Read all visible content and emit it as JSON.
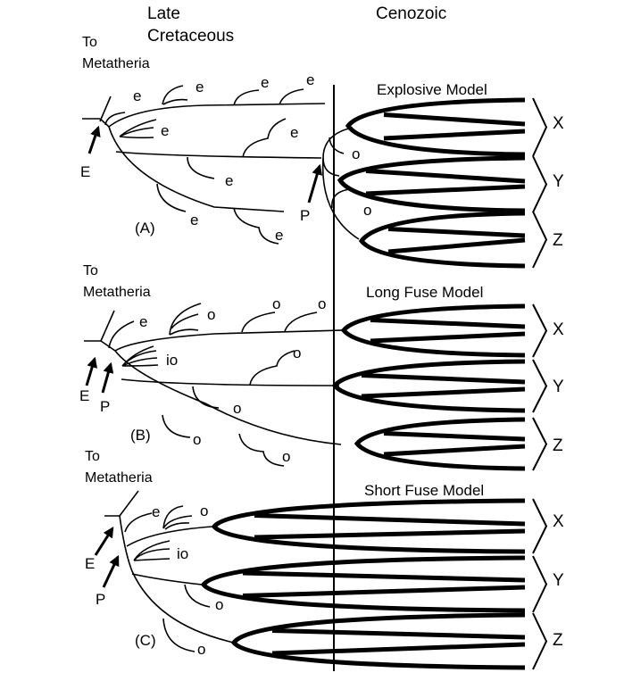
{
  "headers": {
    "left": [
      "Late",
      "Cretaceous"
    ],
    "right": "Cenozoic"
  },
  "panels": [
    {
      "id": "A",
      "panel_label": "(A)",
      "model_title": "Explosive Model",
      "to_metatheria": [
        "To",
        "Metatheria"
      ],
      "arrows": [
        "E",
        "P"
      ],
      "cretaceous_side_branches": [
        "e",
        "e",
        "e",
        "e",
        "e",
        "e",
        "e",
        "e",
        "e"
      ],
      "cenozoic_side_branches": [
        "o",
        "o"
      ],
      "clades": [
        "X",
        "Y",
        "Z"
      ]
    },
    {
      "id": "B",
      "panel_label": "(B)",
      "model_title": "Long Fuse Model",
      "to_metatheria": [
        "To",
        "Metatheria"
      ],
      "arrows": [
        "E",
        "P"
      ],
      "cretaceous_side_branches": [
        "e",
        "o",
        "o",
        "o",
        "io",
        "o",
        "o",
        "o",
        "o"
      ],
      "clades": [
        "X",
        "Y",
        "Z"
      ]
    },
    {
      "id": "C",
      "panel_label": "(C)",
      "model_title": "Short Fuse Model",
      "to_metatheria": [
        "To",
        "Metatheria"
      ],
      "arrows": [
        "E",
        "P"
      ],
      "cretaceous_side_branches": [
        "e",
        "o",
        "io",
        "o",
        "o"
      ],
      "clades": [
        "X",
        "Y",
        "Z"
      ]
    }
  ]
}
